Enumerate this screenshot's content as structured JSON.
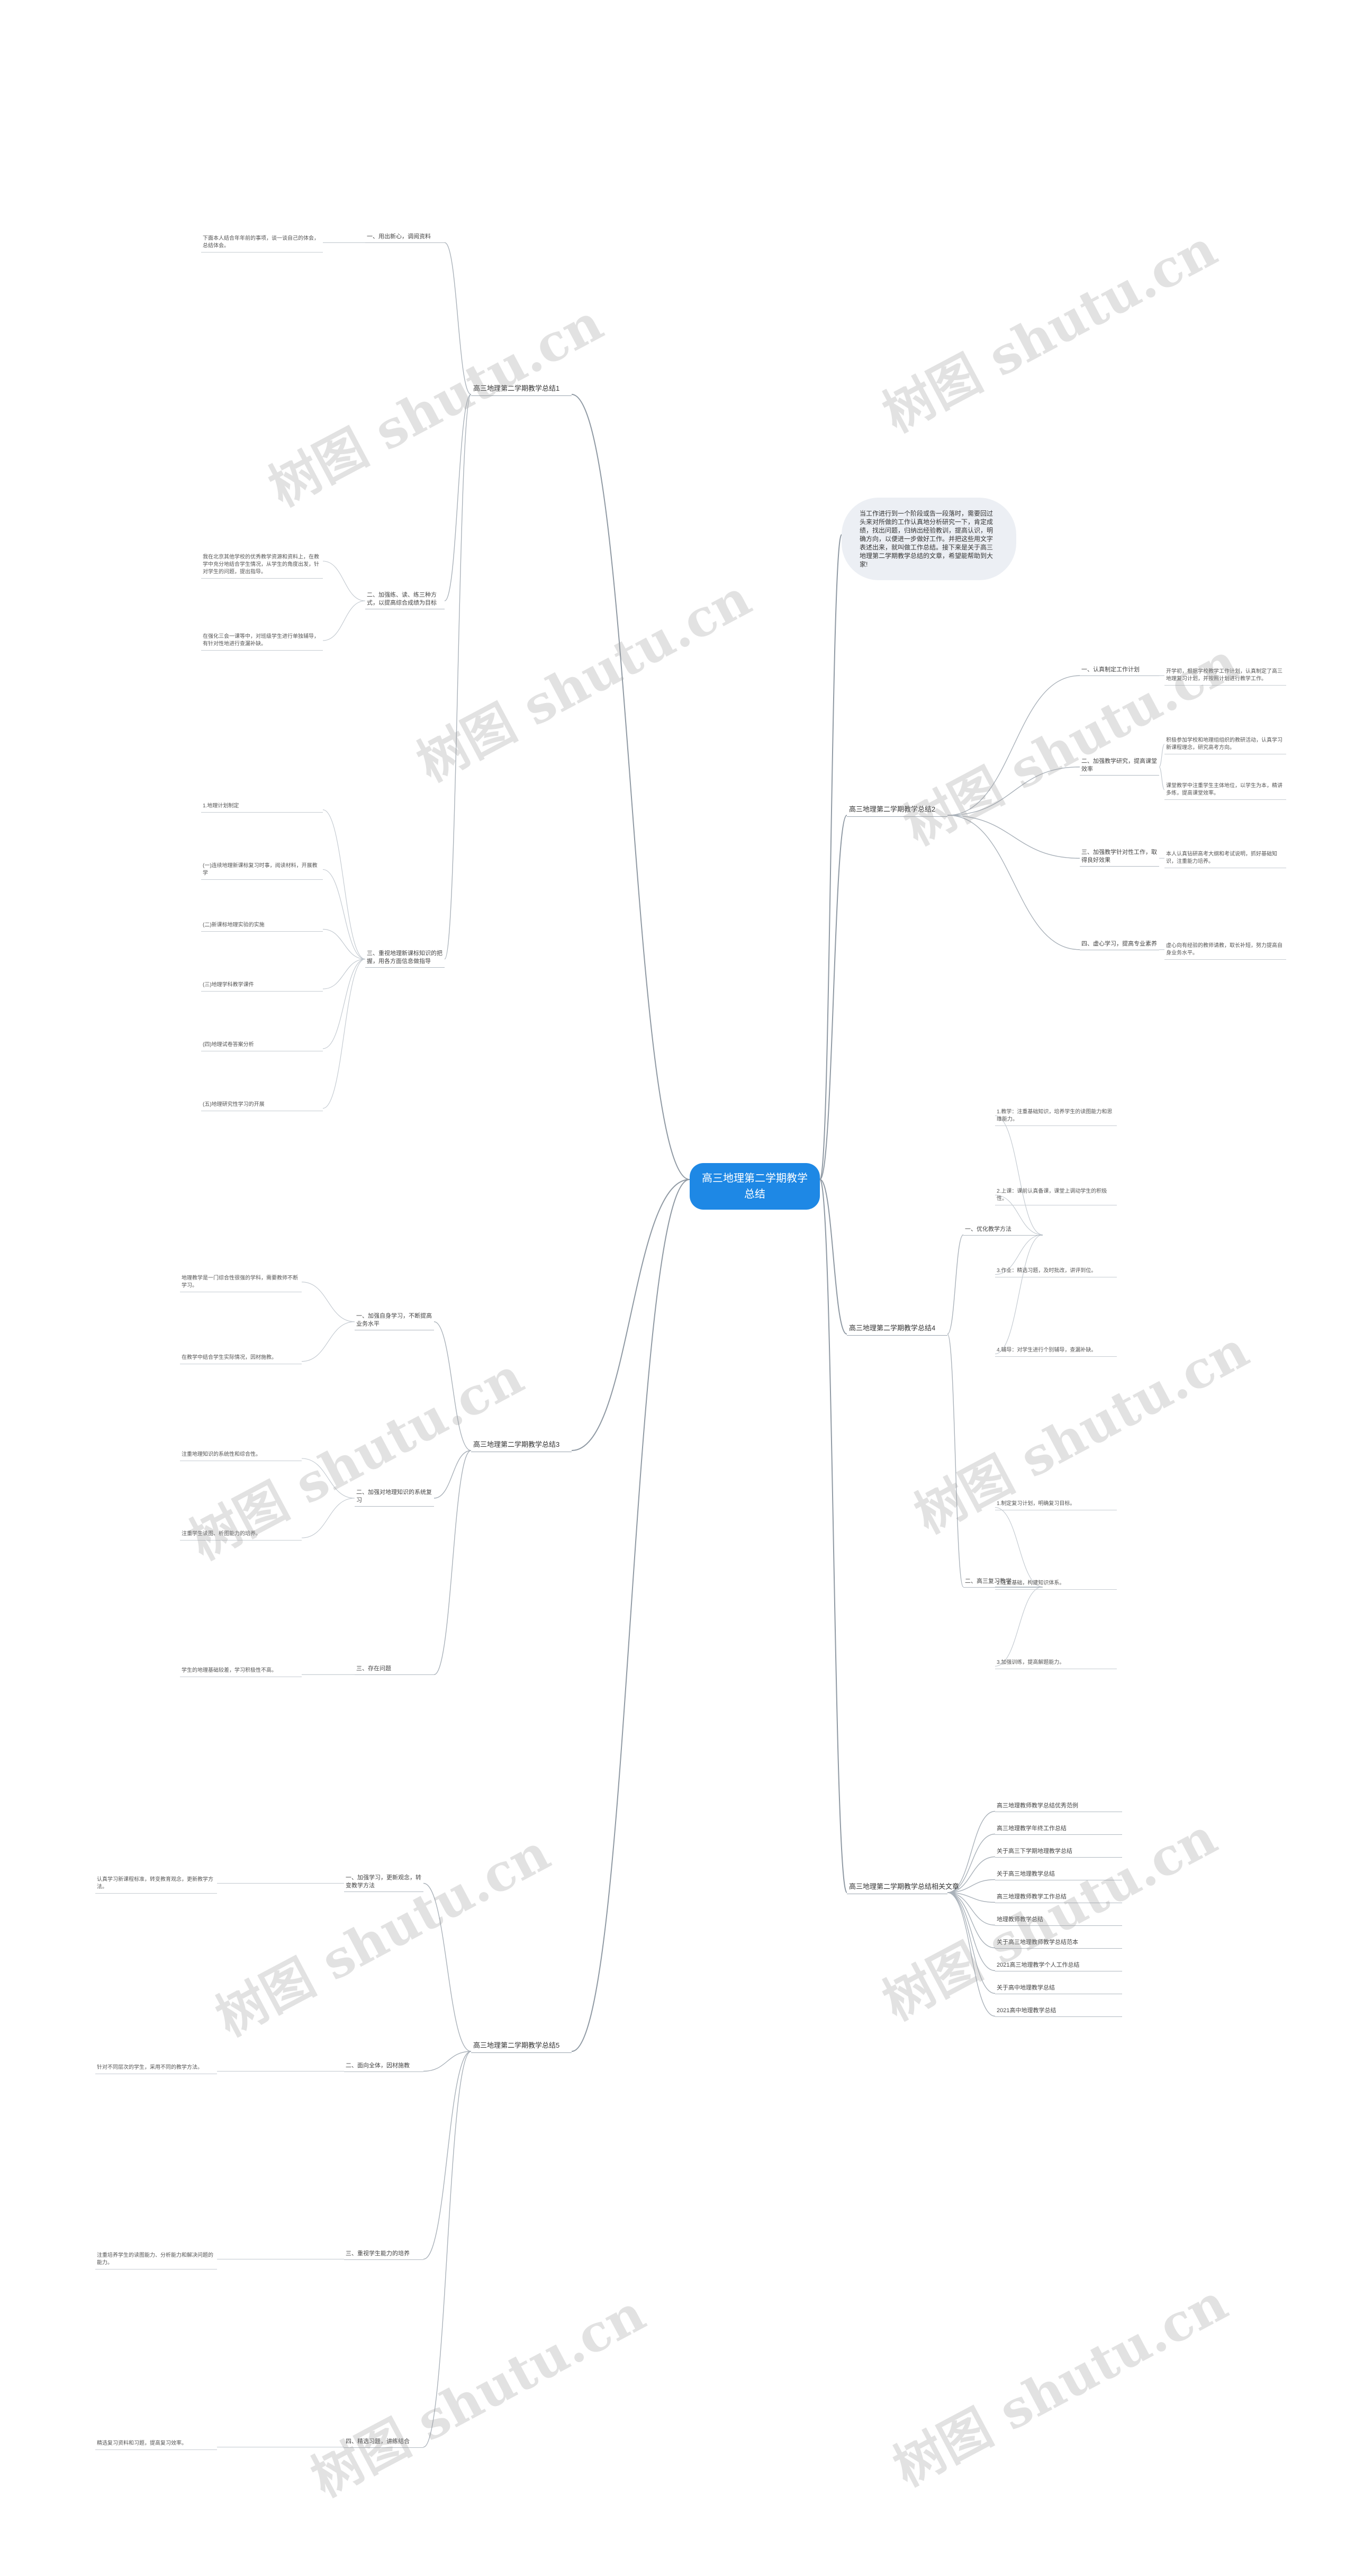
{
  "center": "高三地理第二学期教学总结",
  "intro": "当工作进行到一个阶段或告一段落时，需要回过头来对所做的工作认真地分析研究一下，肯定成绩，找出问题，归纳出经验教训，提高认识，明确方向，以便进一步做好工作。并把这些用文字表述出来，就叫做工作总结。接下来是关于高三地理第二学期教学总结的文章，希望能帮助到大家!",
  "watermark": "树图 shutu.cn",
  "branches": [
    {
      "label": "高三地理第二学期教学总结1",
      "children": [
        {
          "label": "一、用出新心，调阅资料",
          "leaves": [
            "下面本人结合年年前的事项，谈一谈自己的体会，总结体会。"
          ]
        },
        {
          "label": "二、加强练、读、练三种方式，以提高综合成绩为目标",
          "leaves": [
            "我在北京其他学校的优秀教学资源和资料上，在教学中充分地结合学生情况，从学生的角度出发，针对学生的问题，提出指导。",
            "在强化三会一课等中，对班级学生进行单独辅导，有针对性地进行查漏补缺。"
          ]
        },
        {
          "label": "三、重视地理新课标知识的把握，用各方面信息做指导",
          "leaves": [
            "1.地理计划制定",
            "(一)连续地理新课标复习时事，阅读材料，开展教学",
            "(二)新课标地理实验的实施",
            "(三)地理学科教学课件",
            "(四)地理试卷答案分析",
            "(五)地理研究性学习的开展"
          ]
        }
      ]
    },
    {
      "label": "高三地理第二学期教学总结2",
      "children": [
        {
          "label": "一、认真制定工作计划",
          "leaves": [
            "开学初，根据学校教学工作计划，认真制定了高三地理复习计划，并按照计划进行教学工作。"
          ]
        },
        {
          "label": "二、加强教学研究，提高课堂效率",
          "leaves": [
            "积极参加学校和地理组组织的教研活动，认真学习新课程理念，研究高考方向。",
            "课堂教学中注重学生主体地位，以学生为本，精讲多练，提高课堂效率。"
          ]
        },
        {
          "label": "三、加强教学针对性工作，取得良好效果",
          "leaves": [
            "本人认真钻研高考大纲和考试说明，抓好基础知识，注重能力培养。"
          ]
        },
        {
          "label": "四、虚心学习，提高专业素养",
          "leaves": [
            "虚心向有经验的教师请教，取长补短，努力提高自身业务水平。"
          ]
        }
      ]
    },
    {
      "label": "高三地理第二学期教学总结4",
      "children": [
        {
          "label": "一、优化教学方法",
          "leaves": [
            "1.教学：注重基础知识，培养学生的读图能力和思维能力。",
            "2.上课：课前认真备课，课堂上调动学生的积极性。",
            "3.作业：精选习题，及时批改，讲评到位。",
            "4.辅导：对学生进行个别辅导，查漏补缺。"
          ]
        },
        {
          "label": "二、高三复习教学",
          "leaves": [
            "1.制定复习计划，明确复习目标。",
            "2.注重基础，构建知识体系。",
            "3.加强训练，提高解题能力。"
          ]
        }
      ]
    },
    {
      "label": "高三地理第二学期教学总结3",
      "children": [
        {
          "label": "一、加强自身学习，不断提高业务水平",
          "leaves": [
            "地理教学是一门综合性很强的学科，需要教师不断学习。",
            "在教学中结合学生实际情况，因材施教。"
          ]
        },
        {
          "label": "二、加强对地理知识的系统复习",
          "leaves": [
            "注重地理知识的系统性和综合性。",
            "注重学生读图、析图能力的培养。"
          ]
        },
        {
          "label": "三、存在问题",
          "leaves": [
            "学生的地理基础较差，学习积极性不高。"
          ]
        }
      ]
    },
    {
      "label": "高三地理第二学期教学总结5",
      "children": [
        {
          "label": "一、加强学习，更新观念，转变教学方法",
          "leaves": [
            "认真学习新课程标准，转变教育观念，更新教学方法。"
          ]
        },
        {
          "label": "二、面向全体，因材施教",
          "leaves": [
            "针对不同层次的学生，采用不同的教学方法。"
          ]
        },
        {
          "label": "三、重视学生能力的培养",
          "leaves": [
            "注重培养学生的读图能力、分析能力和解决问题的能力。"
          ]
        },
        {
          "label": "四、精选习题，讲练结合",
          "leaves": [
            "精选复习资料和习题，提高复习效率。"
          ]
        }
      ]
    },
    {
      "label": "高三地理第二学期教学总结相关文章",
      "children": [
        {
          "label": "高三地理教师教学总结优秀范例",
          "leaves": []
        },
        {
          "label": "高三地理教学年终工作总结",
          "leaves": []
        },
        {
          "label": "关于高三下学期地理教学总结",
          "leaves": []
        },
        {
          "label": "关于高三地理教学总结",
          "leaves": []
        },
        {
          "label": "高三地理教师教学工作总结",
          "leaves": []
        },
        {
          "label": "地理教师教学总结",
          "leaves": []
        },
        {
          "label": "关于高三地理教师教学总结范本",
          "leaves": []
        },
        {
          "label": "2021高三地理教学个人工作总结",
          "leaves": []
        },
        {
          "label": "关于高中地理教学总结",
          "leaves": []
        },
        {
          "label": "2021高中地理教学总结",
          "leaves": []
        }
      ]
    }
  ]
}
